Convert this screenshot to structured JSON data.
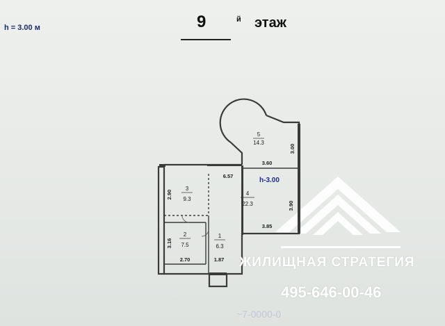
{
  "header": {
    "height_note": "h = 3.00 м",
    "floor_number": "9",
    "floor_suffix": "й",
    "floor_word": "этаж"
  },
  "plan": {
    "ceiling_label": "h-3.00",
    "rooms": [
      {
        "number": "5",
        "area": "14.3"
      },
      {
        "number": "3",
        "area": "9.3"
      },
      {
        "number": "4",
        "area": "22.3"
      },
      {
        "number": "2",
        "area": "7.5"
      },
      {
        "number": "1",
        "area": "6.3"
      }
    ],
    "dimensions": [
      "3.00",
      "3.60",
      "6.57",
      "2.90",
      "3.90",
      "3.85",
      "3.16",
      "2.70",
      "1.87"
    ]
  },
  "watermark": {
    "brand_name": "ЖИЛИЩНАЯ СТРАТЕГИЯ",
    "phone": "495-646-00-46",
    "stamp": "~7-0000-0"
  },
  "colors": {
    "wall": "#3a3a3a",
    "label_blue": "#1d2c8f",
    "watermark": "#ffffff"
  }
}
